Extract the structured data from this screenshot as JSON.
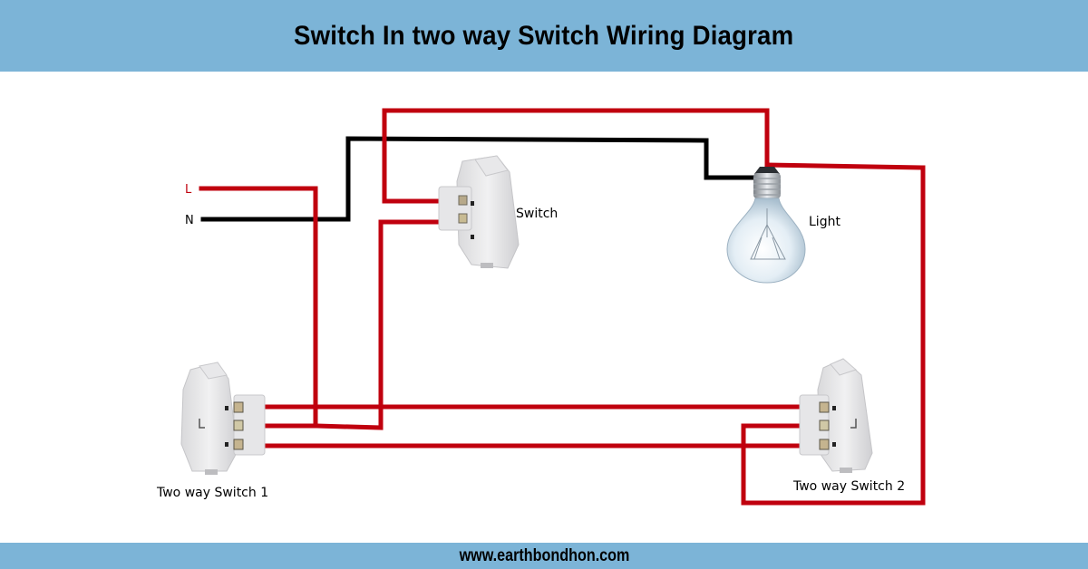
{
  "header": {
    "title": "Switch In two way Switch Wiring Diagram"
  },
  "footer": {
    "url": "www.earthbondhon.com"
  },
  "colors": {
    "banner": "#7cb4d7",
    "live_wire": "#c0000e",
    "neutral_wire": "#000000",
    "live_label": "#c0000e"
  },
  "diagram": {
    "supply": {
      "live_label": "L",
      "neutral_label": "N"
    },
    "components": {
      "switch": {
        "label": "Switch",
        "icon": "one-way-switch-icon"
      },
      "light": {
        "label": "Light",
        "icon": "light-bulb-icon"
      },
      "two_way_switch_1": {
        "label": "Two way Switch 1",
        "icon": "two-way-switch-icon"
      },
      "two_way_switch_2": {
        "label": "Two way Switch 2",
        "icon": "two-way-switch-icon"
      }
    },
    "wires": [
      {
        "name": "live-supply-wire",
        "color": "live",
        "from": "L",
        "to": "Two way Switch 1 common"
      },
      {
        "name": "neutral-wire",
        "color": "neutral",
        "from": "N",
        "to": "Light"
      },
      {
        "name": "switch-to-light-wire",
        "color": "live",
        "from": "Switch",
        "to": "Light"
      },
      {
        "name": "switch-supply-wire",
        "color": "live",
        "from": "Switch",
        "to": "Two way Switch 1 common"
      },
      {
        "name": "traveller-wire-1",
        "color": "live",
        "from": "Two way Switch 1",
        "to": "Two way Switch 2"
      },
      {
        "name": "traveller-wire-2",
        "color": "live",
        "from": "Two way Switch 1",
        "to": "Two way Switch 2"
      },
      {
        "name": "light-return-wire",
        "color": "live",
        "from": "Light",
        "to": "Two way Switch 2 common"
      }
    ]
  }
}
